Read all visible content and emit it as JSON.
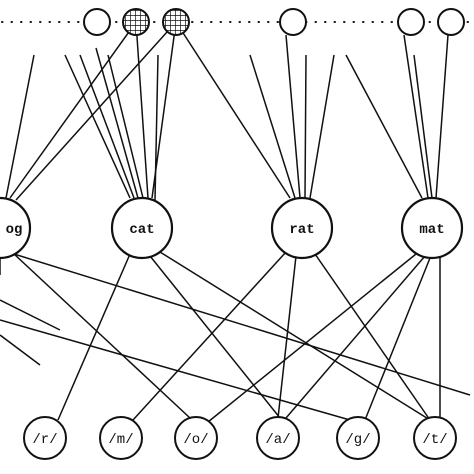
{
  "words": [
    "og",
    "cat",
    "rat",
    "mat"
  ],
  "letters": [
    "/r/",
    "/m/",
    "/o/",
    "/a/",
    "/g/",
    "/t/"
  ],
  "top_units": [
    {
      "id": "t1",
      "hatched": false
    },
    {
      "id": "t2",
      "hatched": true
    },
    {
      "id": "t3",
      "hatched": true
    },
    {
      "id": "t4",
      "hatched": false
    },
    {
      "id": "t5",
      "hatched": false
    },
    {
      "id": "t6",
      "hatched": false
    }
  ],
  "colors": {
    "line": "#111111",
    "background": "#ffffff"
  }
}
